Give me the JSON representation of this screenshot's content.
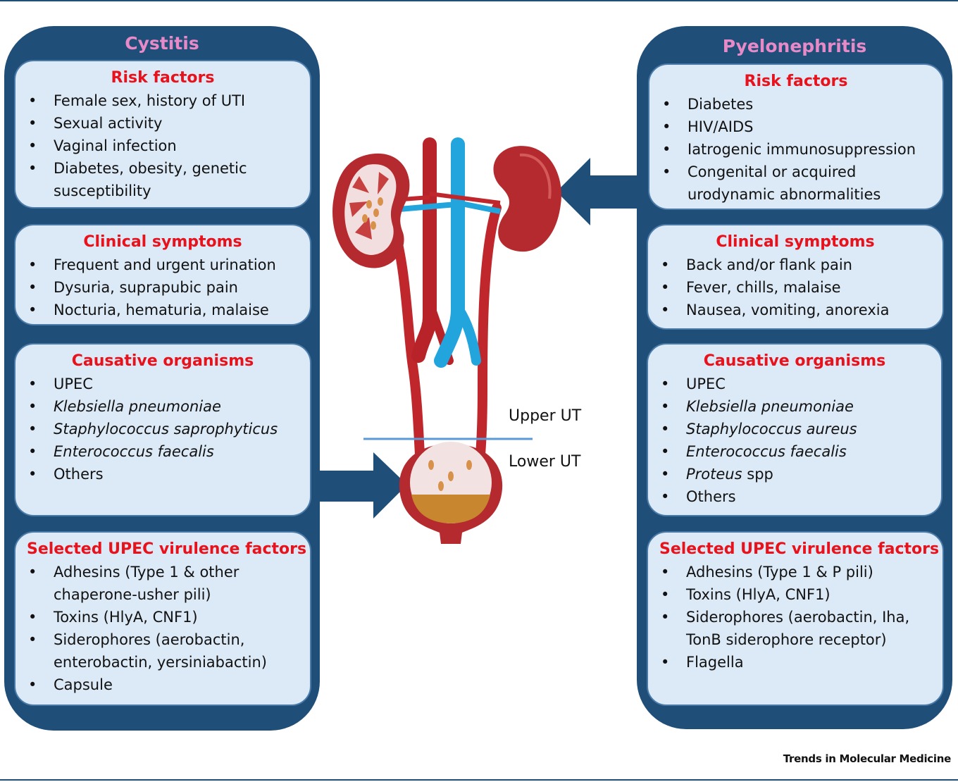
{
  "left": {
    "title": "Cystitis",
    "risk": {
      "heading": "Risk factors",
      "items": [
        "Female sex, history of UTI",
        "Sexual activity",
        "Vaginal infection",
        "Diabetes, obesity, genetic susceptibility"
      ]
    },
    "symptoms": {
      "heading": "Clinical symptoms",
      "items": [
        "Frequent and urgent urination",
        "Dysuria, suprapubic pain",
        "Nocturia, hematuria, malaise"
      ]
    },
    "organisms": {
      "heading": "Causative organisms",
      "items": [
        "UPEC",
        "Klebsiella pneumoniae",
        "Staphylococcus saprophyticus",
        "Enterococcus faecalis",
        "Others"
      ]
    },
    "virulence": {
      "heading": "Selected UPEC virulence factors",
      "items": [
        "Adhesins (Type 1 & other chaperone-usher pili)",
        "Toxins (HlyA, CNF1)",
        "Siderophores (aerobactin, enterobactin, yersiniabactin)",
        "Capsule"
      ]
    }
  },
  "right": {
    "title": "Pyelonephritis",
    "risk": {
      "heading": "Risk factors",
      "items": [
        "Diabetes",
        "HIV/AIDS",
        "Iatrogenic immunosuppression",
        "Congenital or acquired urodynamic abnormalities"
      ]
    },
    "symptoms": {
      "heading": "Clinical symptoms",
      "items": [
        "Back and/or flank pain",
        "Fever, chills, malaise",
        "Nausea, vomiting, anorexia"
      ]
    },
    "organisms": {
      "heading": "Causative organisms",
      "items": [
        "UPEC",
        "Klebsiella pneumoniae",
        "Staphylococcus aureus",
        "Enterococcus faecalis",
        "Proteus",
        "spp",
        "Others"
      ]
    },
    "virulence": {
      "heading": "Selected UPEC virulence factors",
      "items": [
        "Adhesins (Type 1 & P pili)",
        "Toxins (HlyA, CNF1)",
        "Siderophores (aerobactin, Iha, TonB siderophore receptor)",
        "Flagella"
      ]
    }
  },
  "diagram": {
    "upper_label": "Upper UT",
    "lower_label": "Lower UT"
  },
  "footer": "Trends in Molecular Medicine",
  "colors": {
    "panel": "#1f4e79",
    "box_fill": "#dce9f6",
    "heading_red": "#e8121c",
    "title_pink": "#e98ac8",
    "artery_red": "#c0272d",
    "vein_blue": "#22a4dd"
  }
}
